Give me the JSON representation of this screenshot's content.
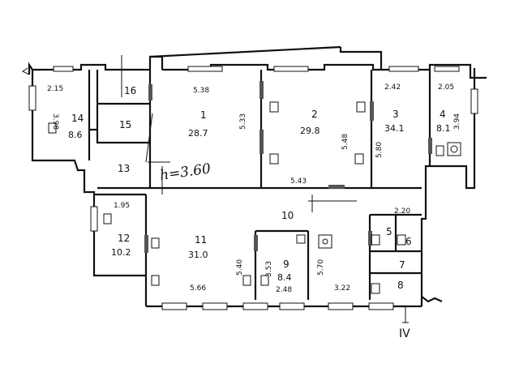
{
  "plan": {
    "ceiling_height": "h=3.60",
    "section_mark": "IV",
    "rooms": [
      {
        "id": "room-1",
        "number": "1",
        "area": "28.7"
      },
      {
        "id": "room-2",
        "number": "2",
        "area": "29.8"
      },
      {
        "id": "room-3",
        "number": "3",
        "area": "34.1"
      },
      {
        "id": "room-4",
        "number": "4",
        "area": "8.1"
      },
      {
        "id": "room-5",
        "number": "5",
        "area": ""
      },
      {
        "id": "room-6",
        "number": "6",
        "area": ""
      },
      {
        "id": "room-7",
        "number": "7",
        "area": ""
      },
      {
        "id": "room-8",
        "number": "8",
        "area": ""
      },
      {
        "id": "room-9",
        "number": "9",
        "area": "8.4"
      },
      {
        "id": "room-10",
        "number": "10",
        "area": ""
      },
      {
        "id": "room-11",
        "number": "11",
        "area": "31.0"
      },
      {
        "id": "room-12",
        "number": "12",
        "area": "10.2"
      },
      {
        "id": "room-13",
        "number": "13",
        "area": ""
      },
      {
        "id": "room-14",
        "number": "14",
        "area": "8.6"
      },
      {
        "id": "room-15",
        "number": "15",
        "area": ""
      },
      {
        "id": "room-16",
        "number": "16",
        "area": ""
      }
    ],
    "dimensions": [
      "2.15",
      "3.98",
      "5.38",
      "5.33",
      "2.42",
      "5.48",
      "5.80",
      "5.43",
      "2.05",
      "3.94",
      "1.95",
      "2.20",
      "5.40",
      "3.53",
      "5.70",
      "5.66",
      "2.48",
      "3.22"
    ]
  }
}
